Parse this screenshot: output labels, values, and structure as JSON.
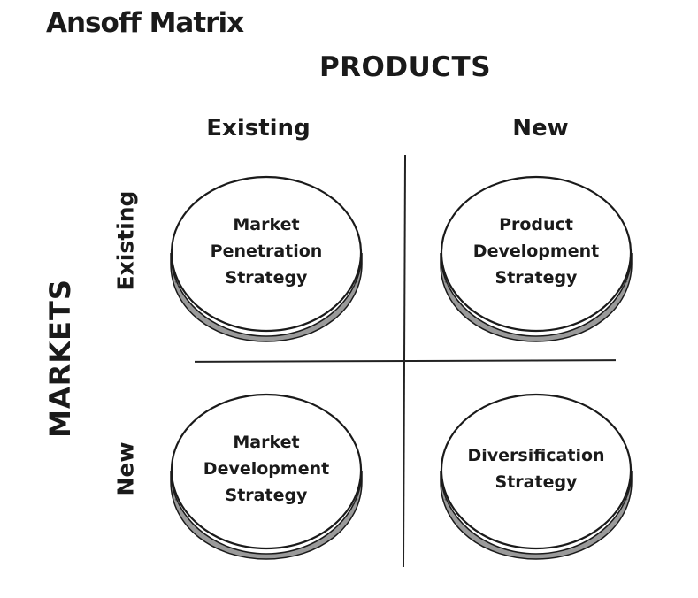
{
  "title": "Ansoff Matrix",
  "axis_top": "PRODUCTS",
  "axis_left": "MARKETS",
  "columns": [
    "Existing",
    "New"
  ],
  "rows": [
    "Existing",
    "New"
  ],
  "cells": [
    {
      "lines": [
        "Market",
        "Penetration",
        "Strategy"
      ]
    },
    {
      "lines": [
        "Product",
        "Development",
        "Strategy"
      ]
    },
    {
      "lines": [
        "Market",
        "Development",
        "Strategy"
      ]
    },
    {
      "lines": [
        "Diversification",
        "Strategy"
      ]
    }
  ]
}
